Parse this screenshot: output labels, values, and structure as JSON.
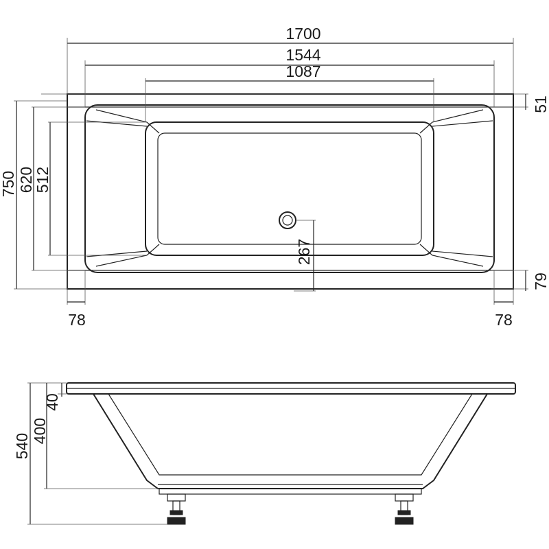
{
  "top_view": {
    "overall_length": "1700",
    "inner_length": "1544",
    "bottom_length": "1087",
    "overall_width": "750",
    "inner_width": "620",
    "bottom_width": "512",
    "rim_top": "51",
    "rim_bottom": "79",
    "waste_offset": "267",
    "rim_left": "78",
    "rim_right": "78"
  },
  "side_view": {
    "total_height": "540",
    "tub_depth": "400",
    "rim_thickness": "40"
  }
}
